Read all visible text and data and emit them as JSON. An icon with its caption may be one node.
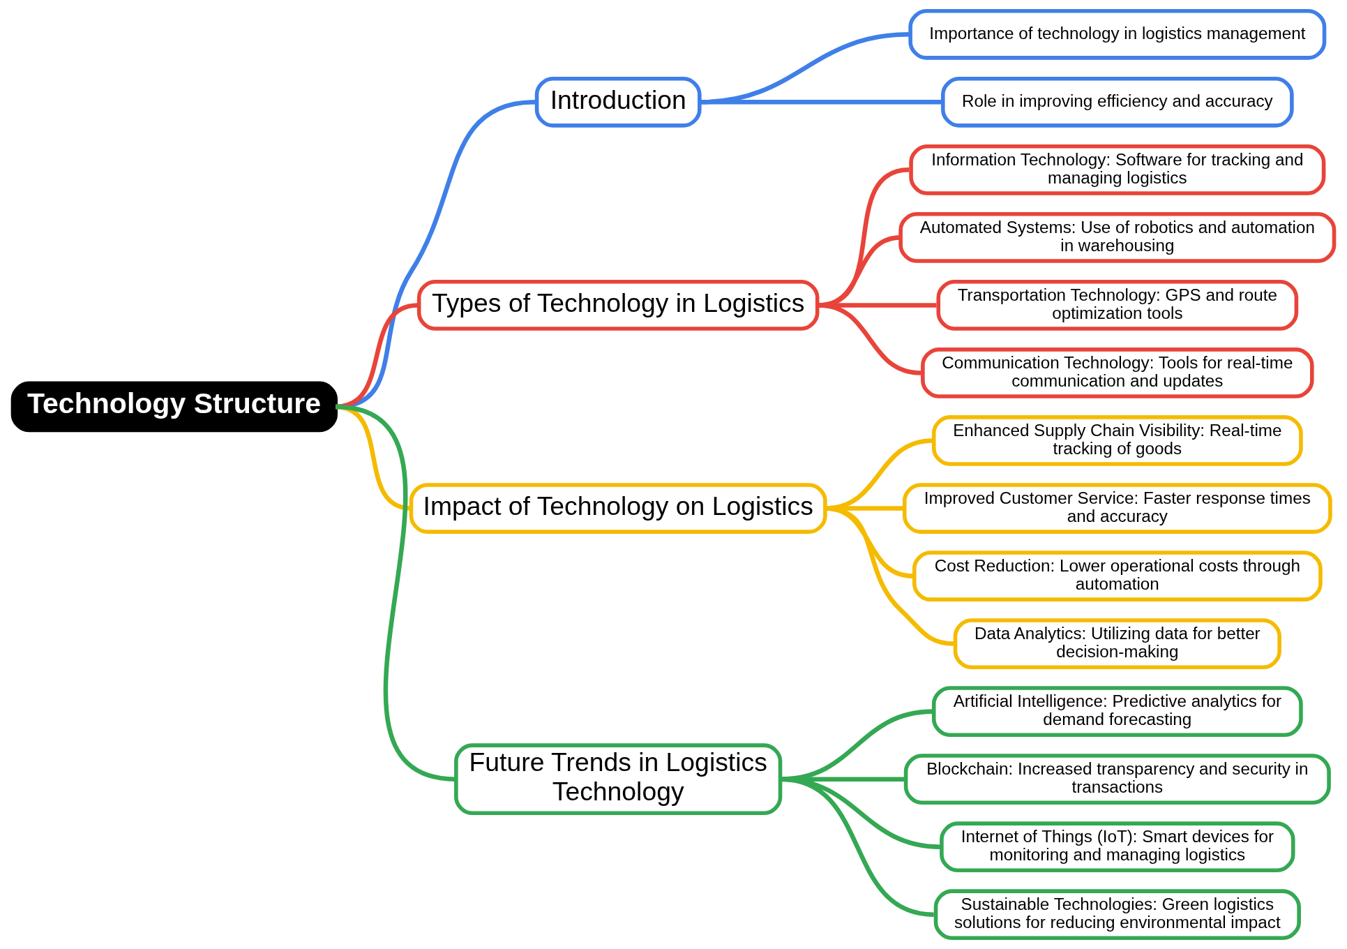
{
  "diagram": {
    "nodes": [
      {
        "text": [
          "Technology Structure"
        ]
      },
      {
        "text": [
          "Introduction"
        ]
      },
      {
        "text": [
          "Importance of technology in logistics management"
        ]
      },
      {
        "text": [
          "Role in improving efficiency and accuracy"
        ]
      },
      {
        "text": [
          "Types of Technology in Logistics"
        ]
      },
      {
        "text": [
          "Information Technology: Software for tracking and managing logistics"
        ]
      },
      {
        "text": [
          "Automated Systems: Use of robotics and automation in warehousing"
        ]
      },
      {
        "text": [
          "Transportation Technology: GPS and route optimization tools"
        ]
      },
      {
        "text": [
          "Communication Technology: Tools for real-time communication and updates"
        ]
      },
      {
        "text": [
          "Impact of Technology on Logistics"
        ]
      },
      {
        "text": [
          "Enhanced Supply Chain Visibility: Real-time tracking of goods"
        ]
      },
      {
        "text": [
          "Improved Customer Service: Faster response times and accuracy"
        ]
      },
      {
        "text": [
          "Cost Reduction: Lower operational costs through automation"
        ]
      },
      {
        "text": [
          "Data Analytics: Utilizing data for better decision-making"
        ]
      },
      {
        "text": [
          "Future Trends in Logistics Technology"
        ]
      },
      {
        "text": [
          "Artificial Intelligence: Predictive analytics for demand forecasting"
        ]
      },
      {
        "text": [
          "Blockchain: Increased transparency and security in transactions"
        ]
      },
      {
        "text": [
          "Internet of Things (IoT): Smart devices for monitoring and managing logistics"
        ]
      },
      {
        "text": [
          "Sustainable Technologies: Green logistics solutions for reducing environmental impact"
        ]
      }
    ],
    "edges": [
      {
        "from": 0,
        "to": 1,
        "arrow": "none",
        "color": "#3f7fe8"
      },
      {
        "from": 1,
        "to": 2,
        "arrow": "none",
        "color": "#3f7fe8"
      },
      {
        "from": 1,
        "to": 3,
        "arrow": "none",
        "color": "#3f7fe8"
      },
      {
        "from": 0,
        "to": 4,
        "arrow": "none",
        "color": "#e8443a"
      },
      {
        "from": 4,
        "to": 5,
        "arrow": "none",
        "color": "#e8443a"
      },
      {
        "from": 4,
        "to": 6,
        "arrow": "none",
        "color": "#e8443a"
      },
      {
        "from": 4,
        "to": 7,
        "arrow": "none",
        "color": "#e8443a"
      },
      {
        "from": 4,
        "to": 8,
        "arrow": "none",
        "color": "#e8443a"
      },
      {
        "from": 0,
        "to": 9,
        "arrow": "none",
        "color": "#f5bb00"
      },
      {
        "from": 9,
        "to": 10,
        "arrow": "none",
        "color": "#f5bb00"
      },
      {
        "from": 9,
        "to": 11,
        "arrow": "none",
        "color": "#f5bb00"
      },
      {
        "from": 9,
        "to": 12,
        "arrow": "none",
        "color": "#f5bb00"
      },
      {
        "from": 9,
        "to": 13,
        "arrow": "none",
        "color": "#f5bb00"
      },
      {
        "from": 0,
        "to": 14,
        "arrow": "none",
        "color": "#34a853"
      },
      {
        "from": 14,
        "to": 15,
        "arrow": "none",
        "color": "#34a853"
      },
      {
        "from": 14,
        "to": 16,
        "arrow": "none",
        "color": "#34a853"
      },
      {
        "from": 14,
        "to": 17,
        "arrow": "none",
        "color": "#34a853"
      },
      {
        "from": 14,
        "to": 18,
        "arrow": "none",
        "color": "#34a853"
      }
    ]
  }
}
